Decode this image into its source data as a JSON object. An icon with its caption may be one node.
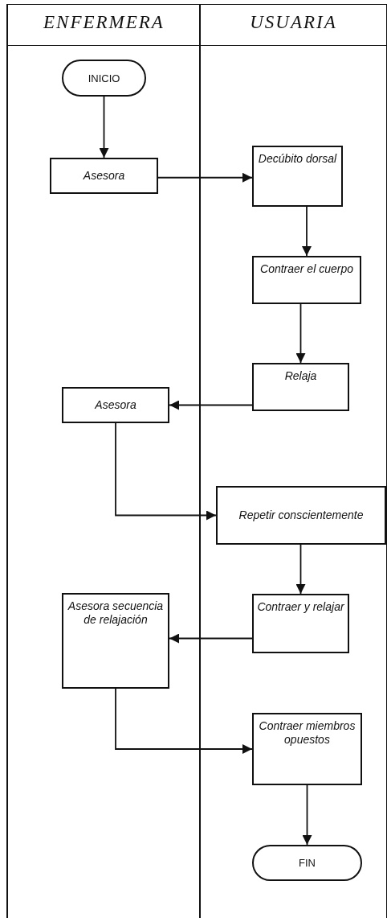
{
  "diagram": {
    "nodes": [
      {
        "text": [
          "ENFERMERA"
        ]
      },
      {
        "text": [
          "USUARIA"
        ]
      },
      {
        "text": [
          "INICIO"
        ],
        "in": 0
      },
      {
        "text": [
          "Asesora"
        ],
        "in": 0
      },
      {
        "text": [
          "Decúbito dorsal"
        ],
        "in": 1
      },
      {
        "text": [
          "Contraer el cuerpo"
        ],
        "in": 1
      },
      {
        "text": [
          "Relaja"
        ],
        "in": 1
      },
      {
        "text": [
          "Asesora"
        ],
        "in": 0
      },
      {
        "text": [
          "Repetir conscientemente"
        ],
        "in": 1
      },
      {
        "text": [
          "Contraer y relajar"
        ],
        "in": 1
      },
      {
        "text": [
          "Asesora secuencia de relajación"
        ],
        "in": 0
      },
      {
        "text": [
          "Contraer miembros opuestos"
        ],
        "in": 1
      },
      {
        "text": [
          "FIN"
        ],
        "in": 1
      }
    ],
    "edges": [
      {
        "from": 2,
        "to": 3,
        "arrow": "to"
      },
      {
        "from": 3,
        "to": 4,
        "arrow": "to"
      },
      {
        "from": 4,
        "to": 5,
        "arrow": "to"
      },
      {
        "from": 5,
        "to": 6,
        "arrow": "to"
      },
      {
        "from": 6,
        "to": 7,
        "arrow": "to"
      },
      {
        "from": 7,
        "to": 8,
        "arrow": "to"
      },
      {
        "from": 8,
        "to": 9,
        "arrow": "to"
      },
      {
        "from": 9,
        "to": 10,
        "arrow": "to"
      },
      {
        "from": 10,
        "to": 11,
        "arrow": "to"
      },
      {
        "from": 11,
        "to": 12,
        "arrow": "to"
      }
    ]
  }
}
